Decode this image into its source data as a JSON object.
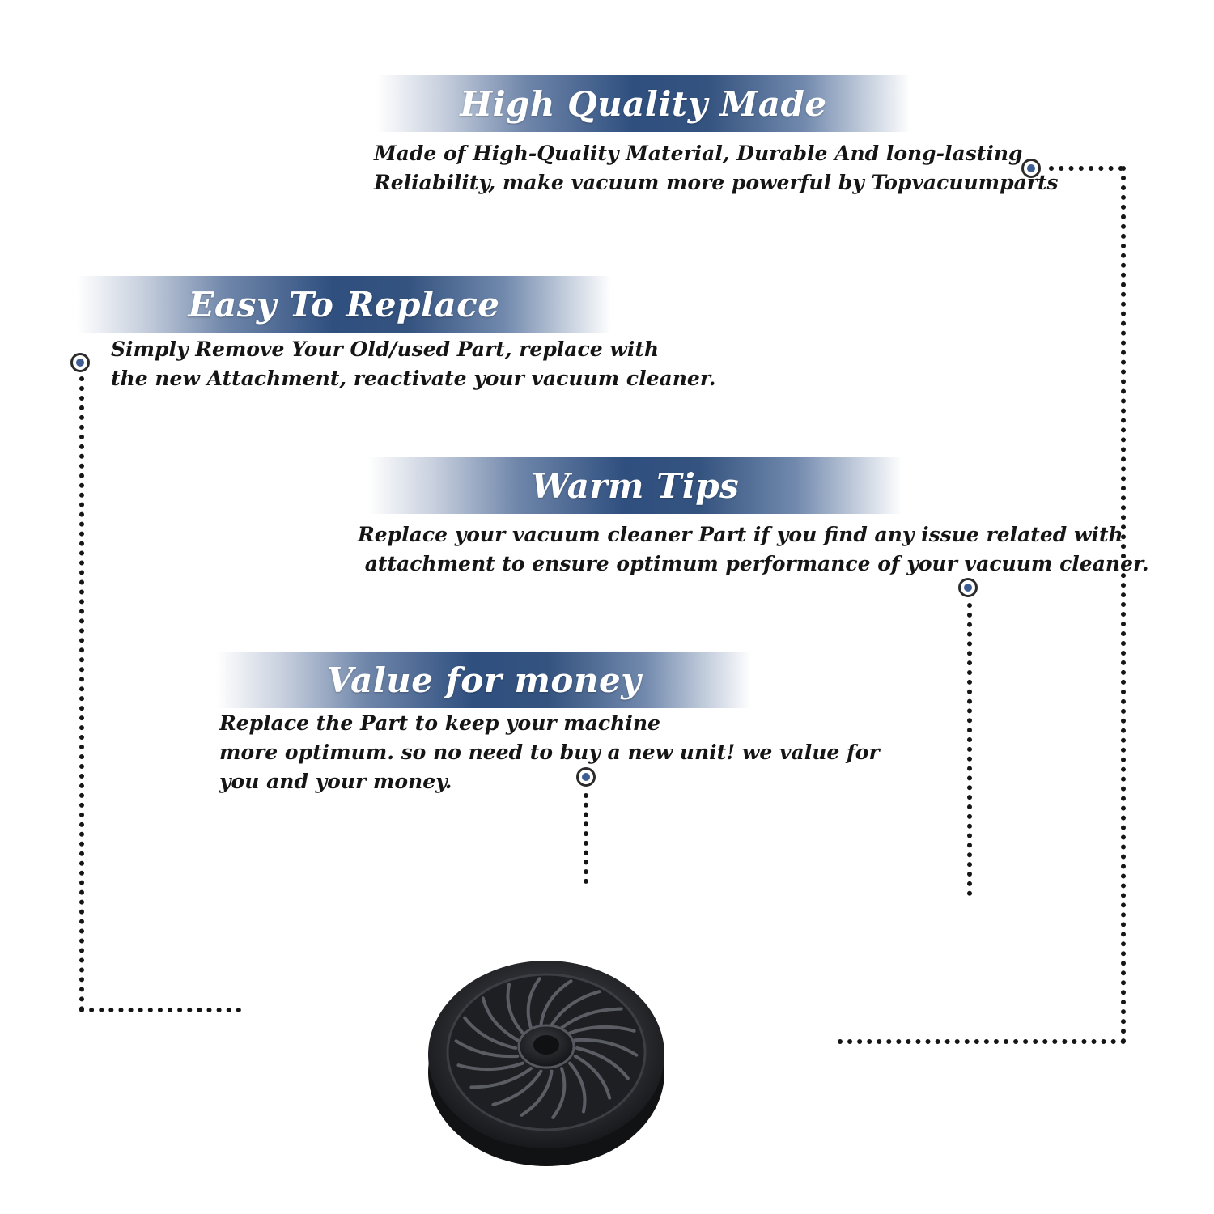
{
  "sections": [
    {
      "title": "High Quality Made",
      "lines": [
        "Made of  High-Quality Material, Durable And long-lasting",
        "Reliability, make vacuum more powerful by Topvacuumparts"
      ]
    },
    {
      "title": "Easy To Replace",
      "lines": [
        "Simply Remove Your Old/used Part, replace with",
        "the new Attachment, reactivate your vacuum cleaner."
      ]
    },
    {
      "title": "Warm Tips",
      "lines": [
        "Replace your vacuum cleaner Part if you find any issue related with",
        " attachment to ensure optimum performance of your vacuum cleaner."
      ]
    },
    {
      "title": "Value for money",
      "lines": [
        "Replace the Part to keep your machine",
        "more optimum. so no need to buy a new unit! we value for",
        "you and your money."
      ]
    }
  ],
  "colors": {
    "banner": "#2f4f7f",
    "marker": "#3d5d93",
    "text": "#151515"
  },
  "product": {
    "icon": "vacuum-wheel-image"
  }
}
